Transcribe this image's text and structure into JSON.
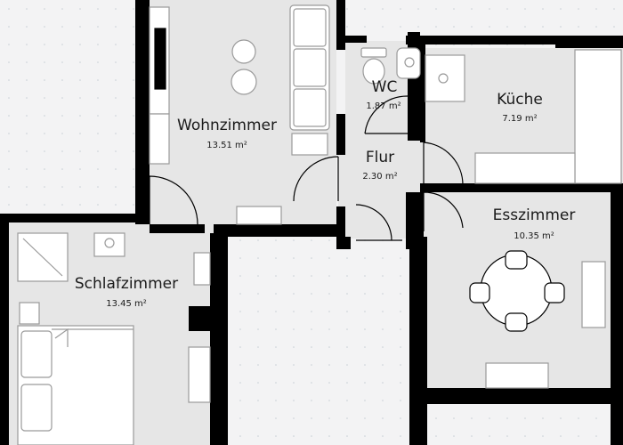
{
  "rooms": {
    "wohnzimmer": {
      "name": "Wohnzimmer",
      "area": "13.51 m²"
    },
    "wc": {
      "name": "WC",
      "area": "1.87 m²"
    },
    "kueche": {
      "name": "Küche",
      "area": "7.19 m²"
    },
    "flur": {
      "name": "Flur",
      "area": "2.30 m²"
    },
    "esszimmer": {
      "name": "Esszimmer",
      "area": "10.35 m²"
    },
    "schlafzimmer": {
      "name": "Schlafzimmer",
      "area": "13.45 m²"
    }
  },
  "colors": {
    "wall": "#000000",
    "floor": "#e6e6e6",
    "outside": "#f3f3f4",
    "furniture": "#ffffff",
    "furniture_stroke": "#9a9a9a",
    "grid_dot": "#c9cfd6"
  }
}
